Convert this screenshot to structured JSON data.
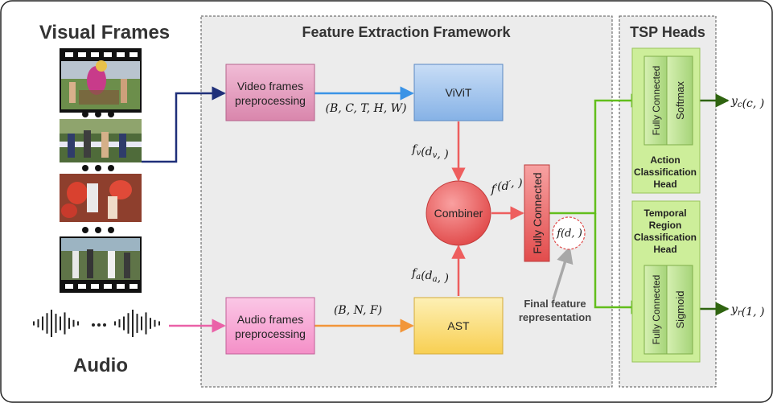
{
  "headings": {
    "visual_frames": "Visual Frames",
    "audio": "Audio",
    "feature_extraction": "Feature Extraction Framework",
    "tsp_heads": "TSP Heads"
  },
  "blocks": {
    "video_pre": [
      "Video frames",
      "preprocessing"
    ],
    "audio_pre": [
      "Audio frames",
      "preprocessing"
    ],
    "vivit": "ViViT",
    "ast": "AST",
    "combiner": "Combiner",
    "fc_main": "Fully Connected",
    "fc_action": "Fully Connected",
    "softmax": "Softmax",
    "fc_temporal": "Fully Connected",
    "sigmoid": "Sigmoid"
  },
  "head_labels": {
    "action": [
      "Action",
      "Classification",
      "Head"
    ],
    "temporal": [
      "Temporal",
      "Region",
      "Classification",
      "Head"
    ]
  },
  "math_labels": {
    "video_shape": "(B, C, T, H, W)",
    "audio_shape": "(B, N, F)",
    "fv": "f_v(d_v, )",
    "fa": "f_a(d_a, )",
    "fprime": "f'(d', )",
    "f": "f(d, )",
    "yc": "y_c(c, )",
    "yr": "y_r(1, )"
  },
  "annotation": [
    "Final feature",
    "representation"
  ],
  "colors": {
    "video_pre": "#e9a6c6",
    "audio_pre": "#f7a5d6",
    "vivit": "#a6c8ef",
    "ast": "#fbe07a",
    "combiner": "#f06b6b",
    "fc_main": "#ee6c6c",
    "head_bg": "#cdee9a",
    "head_block": "#b8e08c",
    "arrow_video": "#1f2f79",
    "arrow_blue": "#3a93e6",
    "arrow_pink": "#ea62a8",
    "arrow_orange": "#f2963a",
    "arrow_red": "#ee5e5e",
    "arrow_green": "#62be1c",
    "arrow_dark_green": "#2f6410",
    "arrow_gray": "#a8a8a8"
  }
}
